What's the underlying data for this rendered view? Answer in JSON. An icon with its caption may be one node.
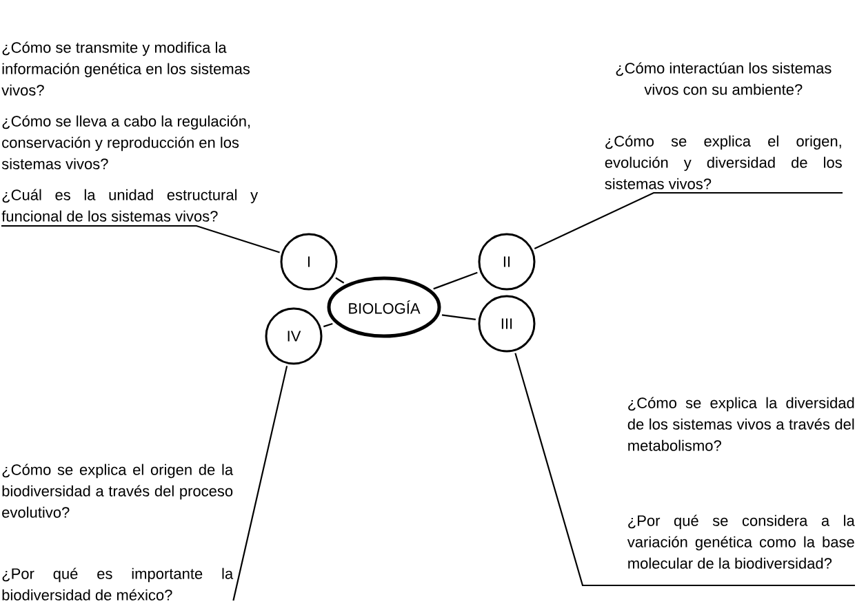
{
  "diagram": {
    "nodes": [
      {
        "text": [
          "BIOLOGÍA"
        ]
      },
      {
        "text": [
          "I"
        ]
      },
      {
        "text": [
          "II"
        ]
      },
      {
        "text": [
          "III"
        ]
      },
      {
        "text": [
          "IV"
        ]
      },
      {
        "text": [
          "¿Cómo se transmite y modifica la información genética en los sistemas vivos?",
          "¿Cómo se lleva a cabo la regulación, conservación y reproducción en los sistemas vivos?",
          "¿Cuál es la unidad estructural y funcional de los sistemas vivos?"
        ]
      },
      {
        "text": [
          "¿Cómo interactúan los sistemas vivos con su ambiente?",
          "¿Cómo se explica el origen, evolución y diversidad de los sistemas vivos?"
        ]
      },
      {
        "text": [
          "¿Cómo se explica la diversidad de los sistemas vivos a través del metabolismo?",
          "¿Por qué se considera a la variación genética como la base molecular de la biodiversidad?"
        ]
      },
      {
        "text": [
          "¿Cómo se explica el origen de la biodiversidad a través del proceso evolutivo?",
          "¿Por qué es importante la biodiversidad de méxico?"
        ]
      }
    ],
    "edges": [
      {
        "from": 0,
        "to": 1,
        "arrow": "none"
      },
      {
        "from": 0,
        "to": 2,
        "arrow": "none"
      },
      {
        "from": 0,
        "to": 3,
        "arrow": "none"
      },
      {
        "from": 0,
        "to": 4,
        "arrow": "none"
      },
      {
        "from": 1,
        "to": 5,
        "arrow": "none"
      },
      {
        "from": 2,
        "to": 6,
        "arrow": "none"
      },
      {
        "from": 3,
        "to": 7,
        "arrow": "none"
      },
      {
        "from": 4,
        "to": 8,
        "arrow": "none"
      }
    ]
  }
}
